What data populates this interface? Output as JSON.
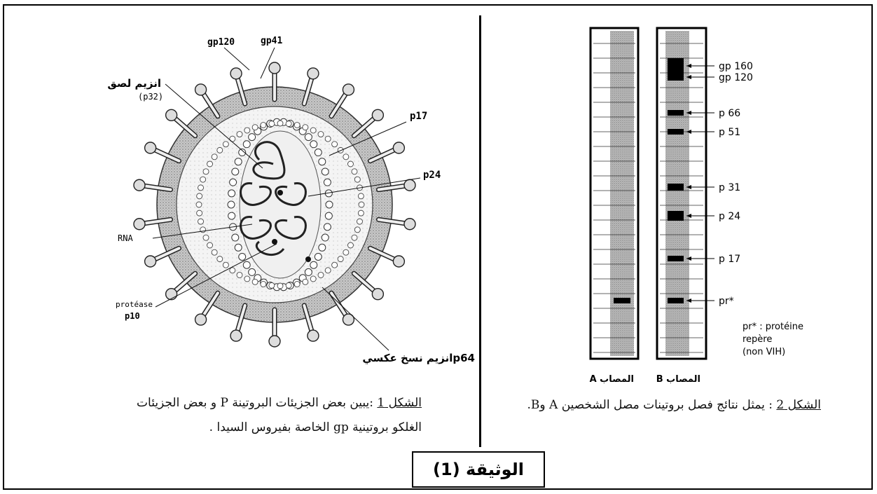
{
  "document_title": "الوثيقة (1)",
  "figure1": {
    "caption_label": "الشكل 1",
    "caption_line1_rest": " :يبين بعض الجزيئات البروتينة P و بعض الجزيئات",
    "caption_line2": "الغلكو بروتينية gp الخاصة بفيروس السيدا .",
    "labels": {
      "gp120": "gp120",
      "gp41": "gp41",
      "attach_enzyme": "انزيم لصق",
      "p32": "(p32)",
      "p17": "p17",
      "p24": "p24",
      "rna": "RNA",
      "protease": "protéase",
      "p10": "p10",
      "reverse_transcriptase": "p64انزيم نسخ عكسي"
    }
  },
  "figure2": {
    "caption_label": "الشكل 2",
    "caption_rest": " : يمثل نتائج فصل بروتينات مصل الشخصين A وB.",
    "strip_a_label": "المصاب A",
    "strip_b_label": "المصاب B",
    "bands": [
      {
        "label": "gp 160"
      },
      {
        "label": "gp 120"
      },
      {
        "label": "p 66"
      },
      {
        "label": "p 51"
      },
      {
        "label": "p 31"
      },
      {
        "label": "p 24"
      },
      {
        "label": "p 17"
      },
      {
        "label": "pr*"
      }
    ],
    "note_line1": "pr* : protéine",
    "note_line2": "repère",
    "note_line3": "(non VIH)"
  }
}
